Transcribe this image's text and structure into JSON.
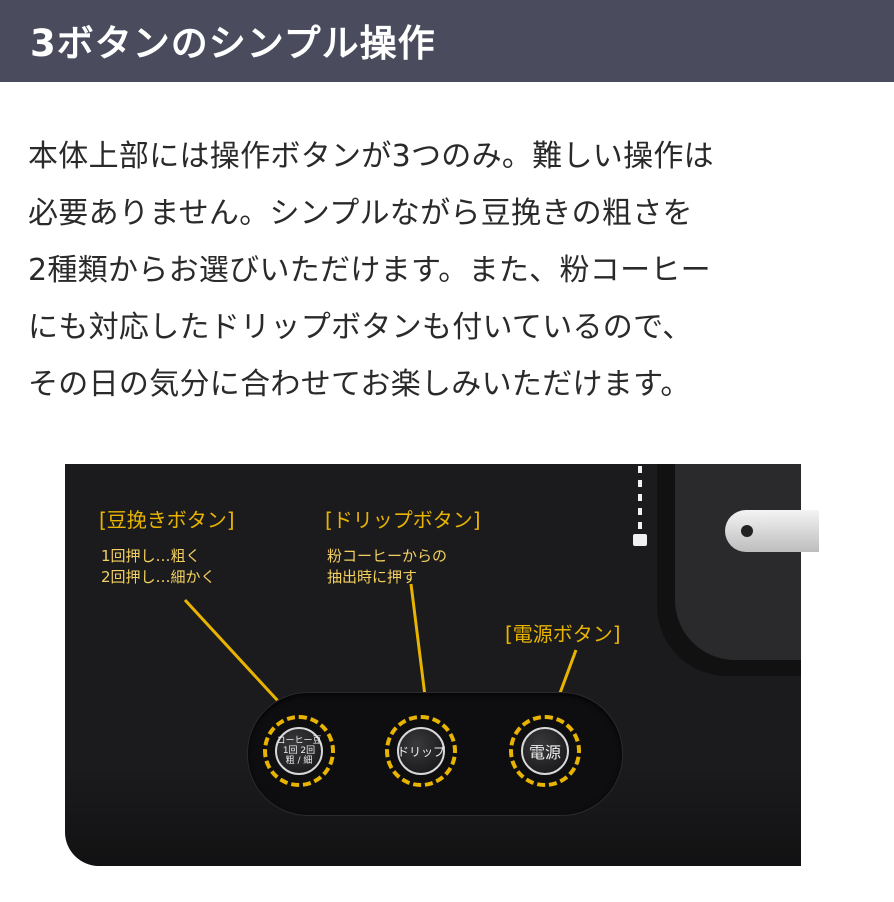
{
  "header": {
    "title": "3ボタンのシンプル操作"
  },
  "body": {
    "lines": [
      "本体上部には操作ボタンが3つのみ。難しい操作は",
      "必要ありません。シンプルながら豆挽きの粗さを",
      "2種類からお選びいただけます。また、粉コーヒー",
      "にも対応したドリップボタンも付いているので、",
      "その日の気分に合わせてお楽しみいただけます。"
    ]
  },
  "photo": {
    "labels": {
      "grind": "[豆挽きボタン]",
      "grind_sub1": "1回押し…粗く",
      "grind_sub2": "2回押し…細かく",
      "drip": "[ドリップボタン]",
      "drip_sub1": "粉コーヒーからの",
      "drip_sub2": "抽出時に押す",
      "power": "[電源ボタン]"
    },
    "buttons": {
      "grind_top": "コーヒー豆",
      "grind_mid": "1回 2回",
      "grind_bottom": "粗 / 細",
      "drip": "ドリップ",
      "power": "電源"
    }
  },
  "colors": {
    "header_bg": "#4a4c5e",
    "accent_yellow": "#e8b400",
    "panel": "#1b1b1d"
  }
}
